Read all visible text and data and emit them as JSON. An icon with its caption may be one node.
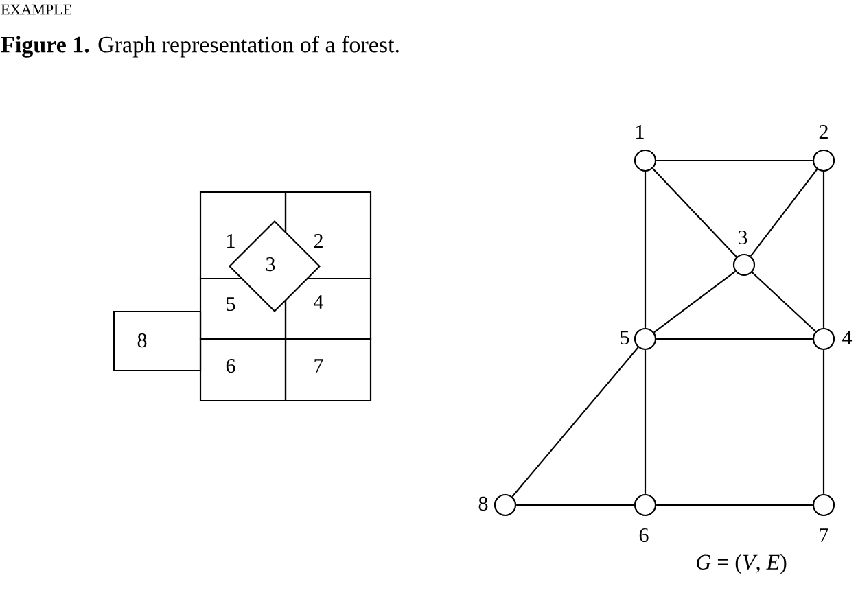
{
  "diagram": {
    "title": "**Figure 1.** Graph representation of a forest.",
    "nodes": [
      {
        "text": [
          "1"
        ]
      },
      {
        "text": [
          "2"
        ]
      },
      {
        "text": [
          "3"
        ]
      },
      {
        "text": [
          "5"
        ]
      },
      {
        "text": [
          "4"
        ]
      },
      {
        "text": [
          "8"
        ]
      },
      {
        "text": [
          "6"
        ]
      },
      {
        "text": [
          "7"
        ]
      },
      {
        "text": [],
        "shape": "circle",
        "beside": [
          "1"
        ]
      },
      {
        "text": [],
        "shape": "circle",
        "beside": [
          "2"
        ]
      },
      {
        "text": [],
        "shape": "circle",
        "beside": [
          "3"
        ]
      },
      {
        "text": [],
        "shape": "circle",
        "beside": [
          "5"
        ]
      },
      {
        "text": [],
        "shape": "circle",
        "beside": [
          "4"
        ]
      },
      {
        "text": [],
        "shape": "circle",
        "beside": [
          "8"
        ]
      },
      {
        "text": [],
        "shape": "circle",
        "beside": [
          "6"
        ]
      },
      {
        "text": [],
        "shape": "circle",
        "beside": [
          "7"
        ]
      }
    ],
    "edges": [
      {
        "from": 8,
        "to": 9,
        "arrow": "none"
      },
      {
        "from": 8,
        "to": 10,
        "arrow": "none"
      },
      {
        "from": 9,
        "to": 10,
        "arrow": "none"
      },
      {
        "from": 10,
        "to": 12,
        "arrow": "none"
      },
      {
        "from": 10,
        "to": 11,
        "arrow": "none"
      },
      {
        "from": 8,
        "to": 11,
        "arrow": "none"
      },
      {
        "from": 11,
        "to": 12,
        "arrow": "none"
      },
      {
        "from": 11,
        "to": 14,
        "arrow": "none"
      },
      {
        "from": 11,
        "to": 13,
        "arrow": "none"
      },
      {
        "from": 13,
        "to": 14,
        "arrow": "none"
      },
      {
        "from": 14,
        "to": 15,
        "arrow": "none"
      },
      {
        "from": 9,
        "to": 12,
        "arrow": "none"
      },
      {
        "from": 12,
        "to": 15,
        "arrow": "none"
      }
    ],
    "labels": [
      "EXAMPLE",
      "*G* = (*V*, *E*)"
    ]
  }
}
